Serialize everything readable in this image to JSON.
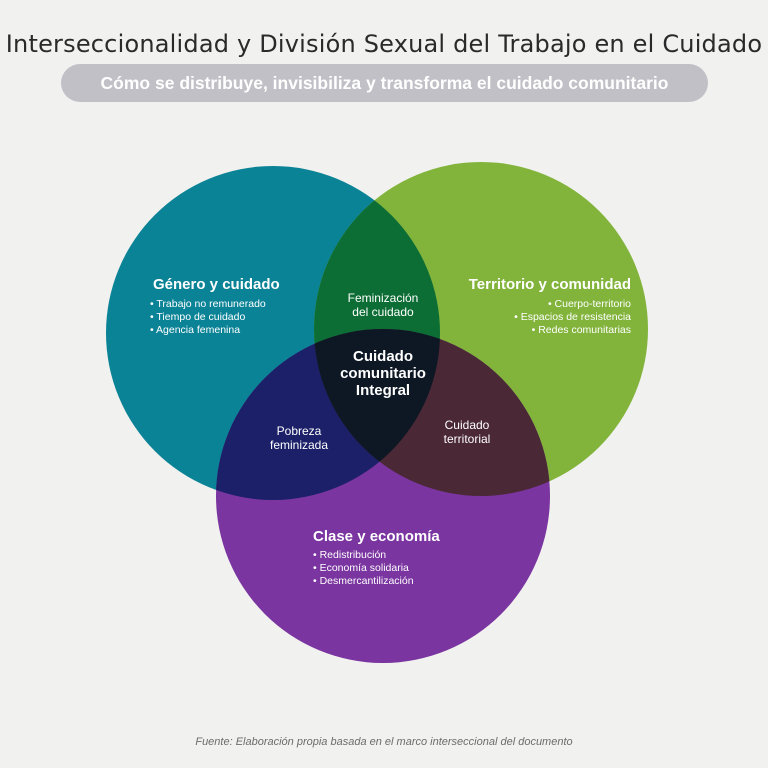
{
  "title": "Interseccionalidad y División Sexual del Trabajo en el Cuidado",
  "subtitle": "Cómo se distribuye, invisibiliza y transforma el cuidado comunitario",
  "sets": [
    {
      "heading": "Género y cuidado",
      "color": "#0b8396",
      "bullets": [
        "Trabajo no remunerado",
        "Tiempo de cuidado",
        "Agencia femenina"
      ]
    },
    {
      "heading": "Territorio y comunidad",
      "color": "#82b43c",
      "bullets": [
        "Cuerpo-territorio",
        "Espacios de resistencia",
        "Redes comunitarias"
      ]
    },
    {
      "heading": "Clase y economía",
      "color": "#7a35a0",
      "bullets": [
        "Redistribución",
        "Economía solidaria",
        "Desmercantilización"
      ]
    }
  ],
  "overlaps": {
    "genero_territorio": [
      "Feminización",
      "del cuidado"
    ],
    "genero_clase": [
      "Pobreza",
      "feminizada"
    ],
    "territorio_clase": [
      "Cuidado",
      "territorial"
    ],
    "center": [
      "Cuidado",
      "comunitario",
      "Integral"
    ]
  },
  "overlap_colors": {
    "genero_territorio": "#0d6e35",
    "genero_clase": "#1b2068",
    "territorio_clase": "#4b2836",
    "center": "#0e1824"
  },
  "source": "Fuente: Elaboración propia basada en el marco interseccional del documento"
}
